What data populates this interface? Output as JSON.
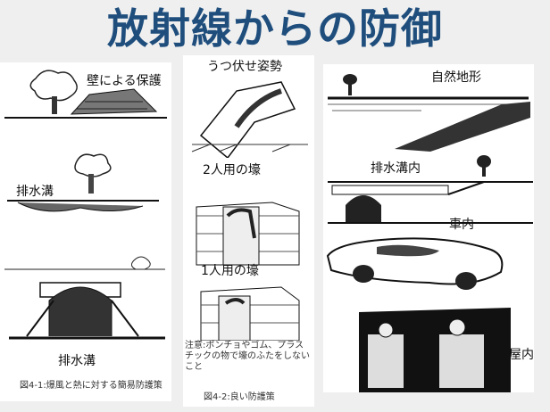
{
  "title": "放射線からの防御",
  "left_panel": {
    "labels": [
      "壁による保護",
      "排水溝",
      "排水溝"
    ],
    "caption": "図4-1:爆風と熱に対する簡易防護策"
  },
  "middle_panel": {
    "labels": [
      "うつ伏せ姿勢",
      "2人用の壕",
      "1人用の壕"
    ],
    "note_lines": [
      "注意:ポンチョやゴム、プラス",
      "チックの物で壕のふたをしない",
      "こと"
    ],
    "caption": "図4-2:良い防護策"
  },
  "right_panel": {
    "labels": [
      "自然地形",
      "排水溝内",
      "車内",
      "屋内"
    ]
  }
}
